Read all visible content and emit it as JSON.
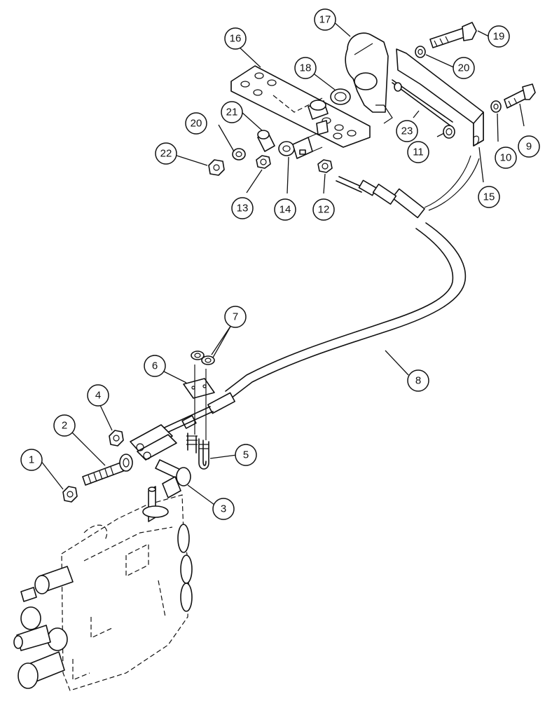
{
  "callouts": [
    {
      "id": "c1",
      "label": "1"
    },
    {
      "id": "c2",
      "label": "2"
    },
    {
      "id": "c3",
      "label": "3"
    },
    {
      "id": "c4",
      "label": "4"
    },
    {
      "id": "c5",
      "label": "5"
    },
    {
      "id": "c6",
      "label": "6"
    },
    {
      "id": "c7",
      "label": "7"
    },
    {
      "id": "c8",
      "label": "8"
    },
    {
      "id": "c9",
      "label": "9"
    },
    {
      "id": "c10",
      "label": "10"
    },
    {
      "id": "c11",
      "label": "11"
    },
    {
      "id": "c12",
      "label": "12"
    },
    {
      "id": "c13",
      "label": "13"
    },
    {
      "id": "c14",
      "label": "14"
    },
    {
      "id": "c15",
      "label": "15"
    },
    {
      "id": "c16",
      "label": "16"
    },
    {
      "id": "c17",
      "label": "17"
    },
    {
      "id": "c18",
      "label": "18"
    },
    {
      "id": "c19",
      "label": "19"
    },
    {
      "id": "c20a",
      "label": "20"
    },
    {
      "id": "c20b",
      "label": "20"
    },
    {
      "id": "c21",
      "label": "21"
    },
    {
      "id": "c22",
      "label": "22"
    },
    {
      "id": "c23",
      "label": "23"
    }
  ]
}
